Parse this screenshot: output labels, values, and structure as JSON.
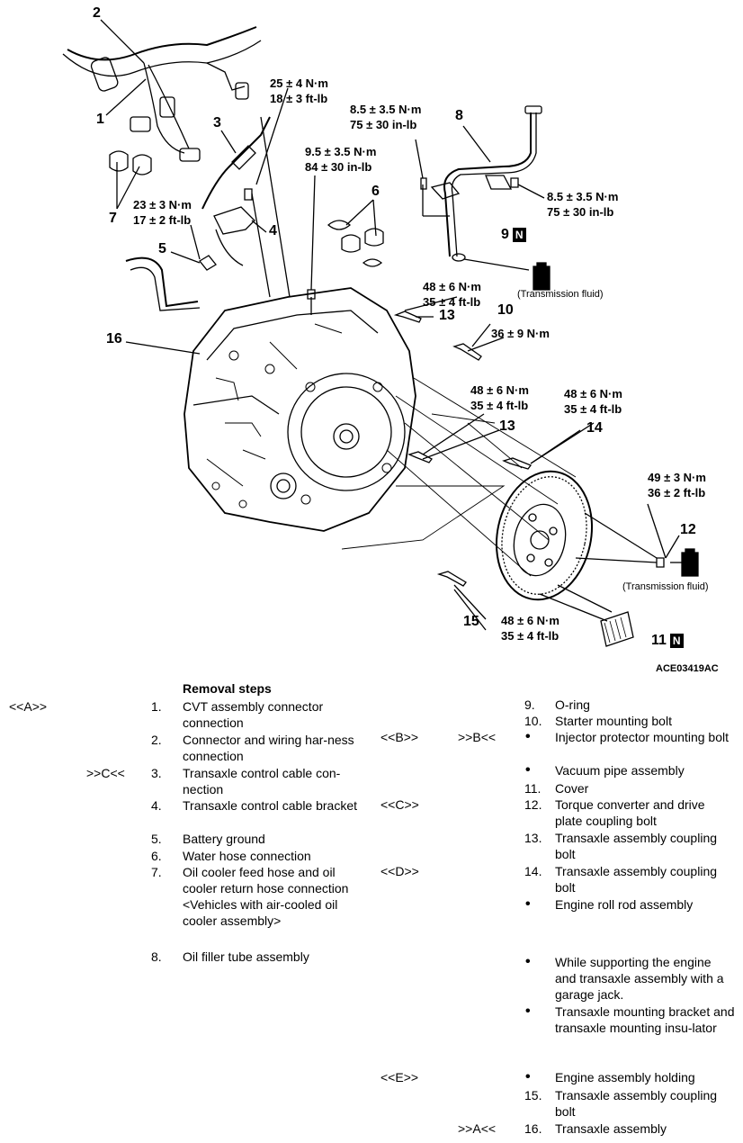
{
  "diagram": {
    "callouts": {
      "c1": "1",
      "c2": "2",
      "c3": "3",
      "c4": "4",
      "c5": "5",
      "c6": "6",
      "c7": "7",
      "c8": "8",
      "c9": "9",
      "c10": "10",
      "c11": "11",
      "c12": "12",
      "c13a": "13",
      "c13b": "13",
      "c14": "14",
      "c15": "15",
      "c16": "16"
    },
    "n_mark": "N",
    "torques": {
      "t25_a": "25 ± 4 N·m",
      "t25_b": "18 ± 3 ft-lb",
      "t85a_a": "8.5 ± 3.5 N·m",
      "t85a_b": "75 ± 30 in-lb",
      "t95_a": "9.5 ± 3.5 N·m",
      "t95_b": "84 ± 30 in-lb",
      "t85b_a": "8.5 ± 3.5 N·m",
      "t85b_b": "75 ± 30 in-lb",
      "t23_a": "23 ± 3 N·m",
      "t23_b": "17 ± 2 ft-lb",
      "t48a_a": "48 ± 6 N·m",
      "t48a_b": "35 ± 4 ft-lb",
      "t36": "36 ± 9 N·m",
      "t48b_a": "48 ± 6 N·m",
      "t48b_b": "35 ± 4 ft-lb",
      "t48c_a": "48 ± 6 N·m",
      "t48c_b": "35 ± 4 ft-lb",
      "t49_a": "49 ± 3 N·m",
      "t49_b": "36 ± 2 ft-lb",
      "t48d_a": "48 ± 6 N·m",
      "t48d_b": "35 ± 4 ft-lb"
    },
    "fluid_label_1": "(Transmission fluid)",
    "fluid_label_2": "(Transmission fluid)",
    "figure_ref": "ACE03419AC"
  },
  "procedure": {
    "heading": "Removal steps",
    "left_markers": {
      "a": "<<A>>",
      "c": ">>C<<"
    },
    "left_steps": [
      {
        "num": "1.",
        "text": "CVT assembly connector connection"
      },
      {
        "num": "2.",
        "text": "Connector and wiring har-ness connection"
      },
      {
        "num": "3.",
        "text": "Transaxle control cable con-nection"
      },
      {
        "num": "4.",
        "text": "Transaxle control cable bracket"
      },
      {
        "num": "5.",
        "text": "Battery ground"
      },
      {
        "num": "6.",
        "text": "Water hose connection"
      },
      {
        "num": "7.",
        "text": "Oil cooler feed hose and oil cooler return hose connection <Vehicles with air-cooled oil cooler assembly>"
      },
      {
        "num": "8.",
        "text": "Oil filler tube assembly"
      }
    ],
    "right_markers": {
      "b1": "<<B>>",
      "b2": ">>B<<",
      "c": "<<C>>",
      "d": "<<D>>",
      "e": "<<E>>",
      "a": ">>A<<"
    },
    "right_steps": {
      "s9": {
        "num": "9.",
        "text": "O-ring"
      },
      "s10": {
        "num": "10.",
        "text": "Starter mounting bolt"
      },
      "b_injector": {
        "num": "•",
        "text": "Injector protector mounting bolt"
      },
      "b_vacuum": {
        "num": "•",
        "text": "Vacuum pipe assembly"
      },
      "s11": {
        "num": "11.",
        "text": "Cover"
      },
      "s12": {
        "num": "12.",
        "text": "Torque converter and drive plate coupling bolt"
      },
      "s13": {
        "num": "13.",
        "text": "Transaxle assembly coupling bolt"
      },
      "s14": {
        "num": "14.",
        "text": "Transaxle assembly coupling bolt"
      },
      "b_roll": {
        "num": "•",
        "text": "Engine roll rod assembly"
      },
      "b_support": {
        "num": "•",
        "text": "While supporting the engine and transaxle assembly with a garage jack."
      },
      "b_mount": {
        "num": "•",
        "text": "Transaxle mounting bracket and transaxle mounting insu-lator"
      },
      "b_holding": {
        "num": "•",
        "text": "Engine assembly holding"
      },
      "s15": {
        "num": "15.",
        "text": "Transaxle assembly coupling bolt"
      },
      "s16": {
        "num": "16.",
        "text": "Transaxle assembly"
      }
    }
  }
}
